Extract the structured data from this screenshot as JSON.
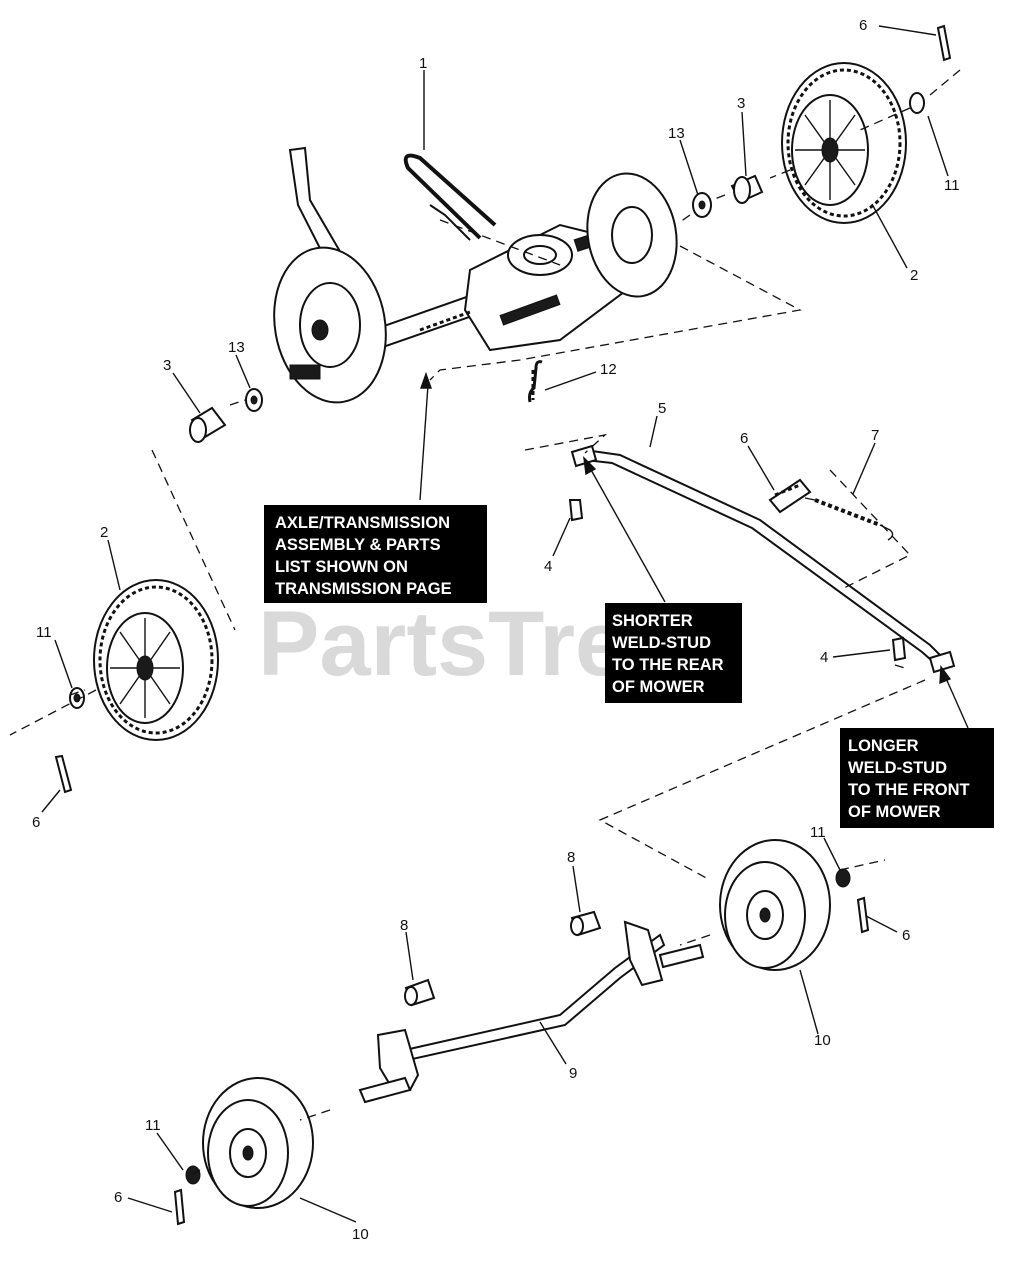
{
  "watermark": "PartsTree",
  "notes": [
    {
      "id": "axle-note",
      "lines": [
        "AXLE/TRANSMISSION",
        "ASSEMBLY & PARTS",
        "LIST  SHOWN ON",
        "TRANSMISSION PAGE"
      ]
    },
    {
      "id": "shorter-note",
      "lines": [
        "SHORTER",
        "WELD-STUD",
        "TO THE REAR",
        "OF MOWER"
      ]
    },
    {
      "id": "longer-note",
      "lines": [
        "LONGER",
        "WELD-STUD",
        "TO THE FRONT",
        "OF MOWER"
      ]
    }
  ],
  "callouts": [
    "6",
    "1",
    "3",
    "13",
    "11",
    "2",
    "3",
    "13",
    "12",
    "5",
    "6",
    "7",
    "2",
    "4",
    "11",
    "4",
    "6",
    "8",
    "11",
    "8",
    "6",
    "9",
    "10",
    "11",
    "6",
    "10"
  ]
}
